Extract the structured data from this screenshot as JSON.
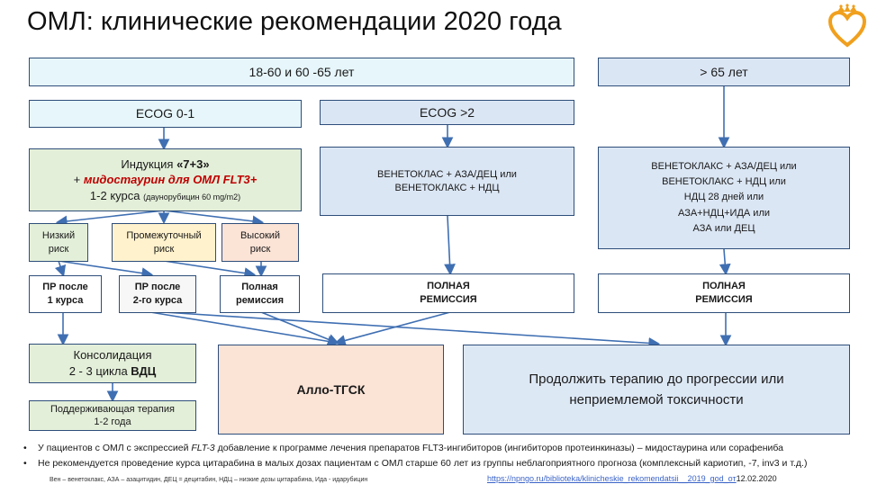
{
  "title": "ОМЛ: клинические рекомендации 2020 года",
  "logo": {
    "icon": "heart-crown-logo",
    "color": "#f0a01e"
  },
  "age_group_1": "18-60 и 60 -65 лет",
  "age_group_2": "> 65 лет",
  "ecog_low": "ECOG 0-1",
  "ecog_high": "ECOG >2",
  "induction": {
    "line1_a": "Индукция ",
    "line1_b": "«7+3»",
    "line2_a": "+ ",
    "line2_b": "мидостаурин  для ОМЛ FLT3+",
    "line3_a": "1-2 курса ",
    "line3_b": "(даунорубицин 60 mg/m2)"
  },
  "risk": {
    "low_l1": "Низкий",
    "low_l2": "риск",
    "mid_l1": "Промежуточный",
    "mid_l2": "риск",
    "high_l1": "Высокий",
    "high_l2": "риск"
  },
  "remission_boxes": {
    "pr1_l1": "ПР после",
    "pr1_l2": "1 курса",
    "pr2_l1": "ПР после",
    "pr2_l2": "2-го курса",
    "full_l1": "Полная",
    "full_l2": "ремиссия"
  },
  "ven_ecog": {
    "l1": "ВЕНЕТОКЛАС + АЗА/ДЕЦ или",
    "l2": "ВЕНЕТОКЛАКС + НДЦ"
  },
  "ven_elderly": {
    "l1": "ВЕНЕТОКЛАКС + АЗА/ДЕЦ или",
    "l2": "ВЕНЕТОКЛАКС + НДЦ или",
    "l3": "НДЦ 28 дней или",
    "l4": "АЗА+НДЦ+ИДА или",
    "l5": "АЗА или ДЕЦ"
  },
  "full_remission": {
    "l1": "ПОЛНАЯ",
    "l2": "РЕМИССИЯ"
  },
  "consolidation": {
    "l1": "Консолидация",
    "l2a": "2 - 3 цикла ",
    "l2b": "ВДЦ"
  },
  "maintenance": {
    "l1": "Поддерживающая терапия",
    "l2": "1-2 года"
  },
  "allo": "Алло-ТГСК",
  "continue": {
    "l1": "Продолжить терапию до прогрессии или",
    "l2": "неприемлемой токсичности"
  },
  "notes": {
    "n1_a": "У пациентов с ОМЛ с экспрессией ",
    "n1_b": "FLT-3",
    "n1_c": " добавление к программе лечения препаратов FLT3-ингибиторов (ингибиторов протеинкиназы) – мидостаурина или сорафениба",
    "n2": "Не рекомендуется проведение курса цитарабина в малых дозах пациентам с ОМЛ старше 60 лет из группы неблагоприятного прогноза (комплексный кариотип, -7, inv3 и т.д.)"
  },
  "abbreviations": "Вен – венетоклакс, АЗА – азацитидин, ДЕЦ = децитабин, НДЦ – низкие дозы цитарабина, Ида - идарубицин",
  "source_link": "https://npngo.ru/biblioteka/klinicheskie_rekomendatsii__2019_god_от",
  "source_date": "12.02.2020"
}
